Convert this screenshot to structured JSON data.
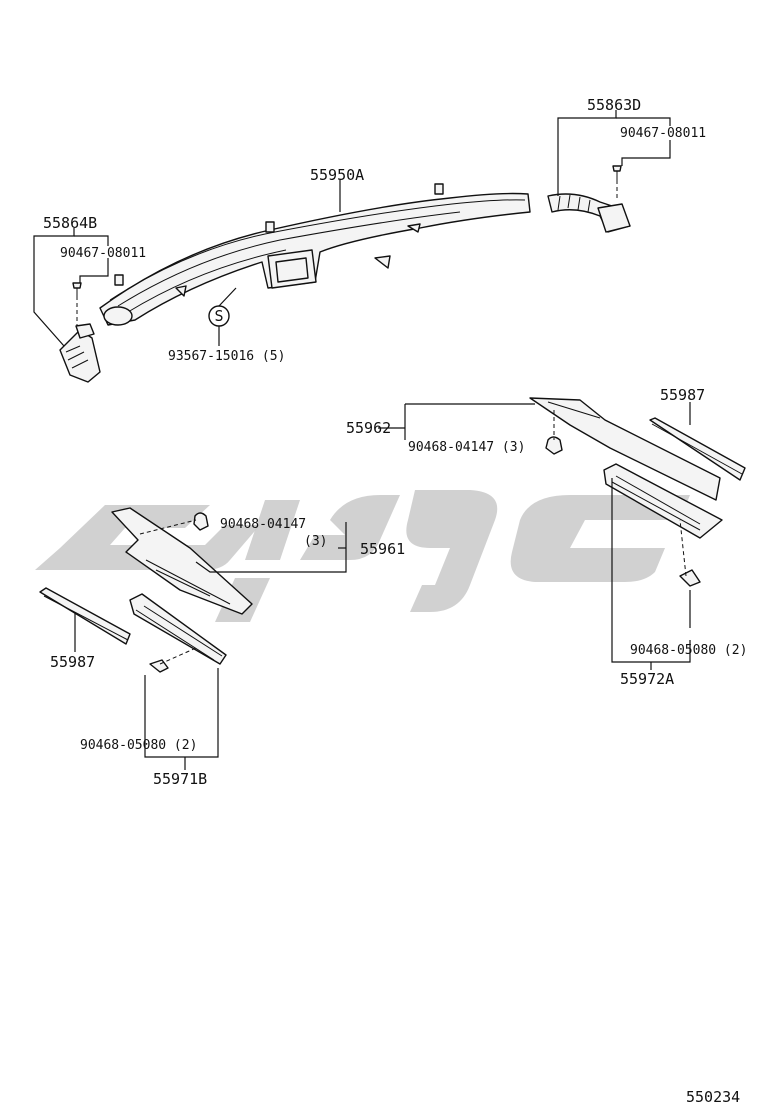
{
  "diagram": {
    "figure_code": "550234",
    "callouts": {
      "p55863D": "55863D",
      "p90467_top": "90467-08011",
      "p55950A": "55950A",
      "p55864B": "55864B",
      "p90467_left": "90467-08011",
      "p93567": "93567-15016 (5)",
      "s_marker": "S",
      "p55962": "55962",
      "p90468_04147_right": "90468-04147 (3)",
      "p55987_right": "55987",
      "p90468_04147_left": "90468-04147",
      "qty_3": "(3)",
      "p55961": "55961",
      "p55987_left": "55987",
      "p90468_05080_left": "90468-05080 (2)",
      "p55971B": "55971B",
      "p90468_05080_right": "90468-05080 (2)",
      "p55972A": "55972A"
    },
    "parts": [
      {
        "icon": "defroster-nozzle-duct",
        "label": "55950A"
      },
      {
        "icon": "side-defroster-duct-right",
        "label": "55863D"
      },
      {
        "icon": "side-defroster-duct-left",
        "label": "55864B"
      },
      {
        "icon": "screw",
        "label": "90467-08011"
      },
      {
        "icon": "defroster-nozzle-panel-right",
        "label": "55962"
      },
      {
        "icon": "defroster-nozzle-panel-left",
        "label": "55961"
      },
      {
        "icon": "defroster-nozzle-cover-right",
        "label": "55972A"
      },
      {
        "icon": "defroster-nozzle-cover-left",
        "label": "55971B"
      },
      {
        "icon": "cushion-strip",
        "label": "55987"
      },
      {
        "icon": "clip",
        "label": "90468-04147"
      },
      {
        "icon": "clip",
        "label": "90468-05080"
      }
    ]
  }
}
